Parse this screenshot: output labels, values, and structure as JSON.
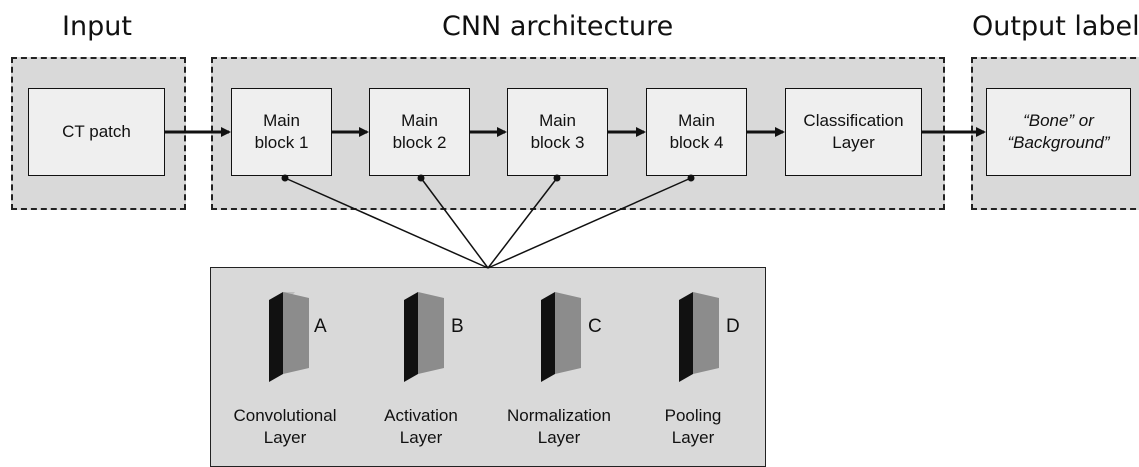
{
  "titles": {
    "input": "Input",
    "architecture": "CNN architecture",
    "output": "Output label"
  },
  "nodes": {
    "ct_patch": "CT patch",
    "block1": "Main\nblock 1",
    "block2": "Main\nblock 2",
    "block3": "Main\nblock 3",
    "block4": "Main\nblock 4",
    "classification": "Classification\nLayer",
    "output_label": "“Bone” or\n“Background”"
  },
  "legend": {
    "items": [
      {
        "letter": "A",
        "label": "Convolutional\nLayer"
      },
      {
        "letter": "B",
        "label": "Activation\nLayer"
      },
      {
        "letter": "C",
        "label": "Normalization\nLayer"
      },
      {
        "letter": "D",
        "label": "Pooling\nLayer"
      }
    ]
  },
  "colors": {
    "panel_fill": "#d9d9d9",
    "node_fill": "#efefef",
    "stroke": "#111111",
    "layer_face": "#8c8c8c",
    "layer_side": "#111111"
  }
}
